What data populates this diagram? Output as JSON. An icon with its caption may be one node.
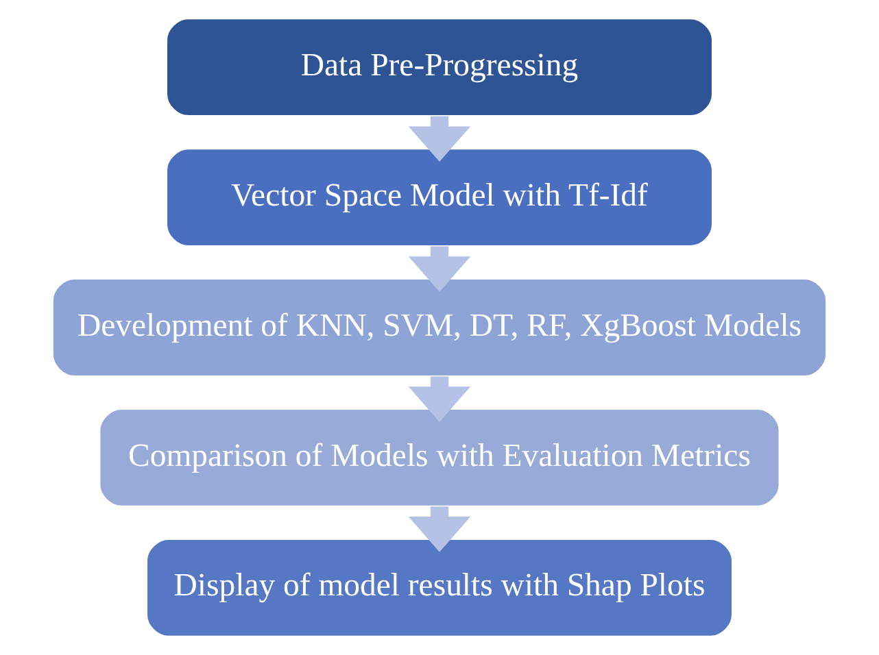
{
  "diagram": {
    "nodes": [
      {
        "text": [
          "Data Pre-Progressing"
        ]
      },
      {
        "text": [
          "Vector Space Model with Tf-Idf"
        ]
      },
      {
        "text": [
          "Development of KNN, SVM, DT, RF, XgBoost Models"
        ]
      },
      {
        "text": [
          "Comparison of Models with Evaluation Metrics"
        ]
      },
      {
        "text": [
          "Display of model results with Shap Plots"
        ]
      }
    ],
    "edges": [
      {
        "from": 0,
        "to": 1,
        "arrow": "to"
      },
      {
        "from": 1,
        "to": 2,
        "arrow": "to"
      },
      {
        "from": 2,
        "to": 3,
        "arrow": "to"
      },
      {
        "from": 3,
        "to": 4,
        "arrow": "to"
      }
    ]
  }
}
